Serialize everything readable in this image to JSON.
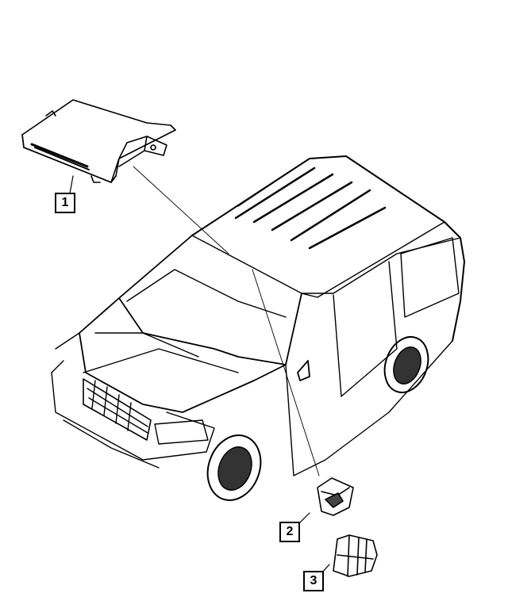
{
  "diagram": {
    "subject": "Minivan with module and components exploded view",
    "stroke_color": "#000000",
    "background": "#ffffff",
    "callouts": [
      {
        "id": "1",
        "label": "1",
        "part": "control-module"
      },
      {
        "id": "2",
        "label": "2",
        "part": "round-sensor"
      },
      {
        "id": "3",
        "label": "3",
        "part": "sensor-cover"
      }
    ]
  }
}
